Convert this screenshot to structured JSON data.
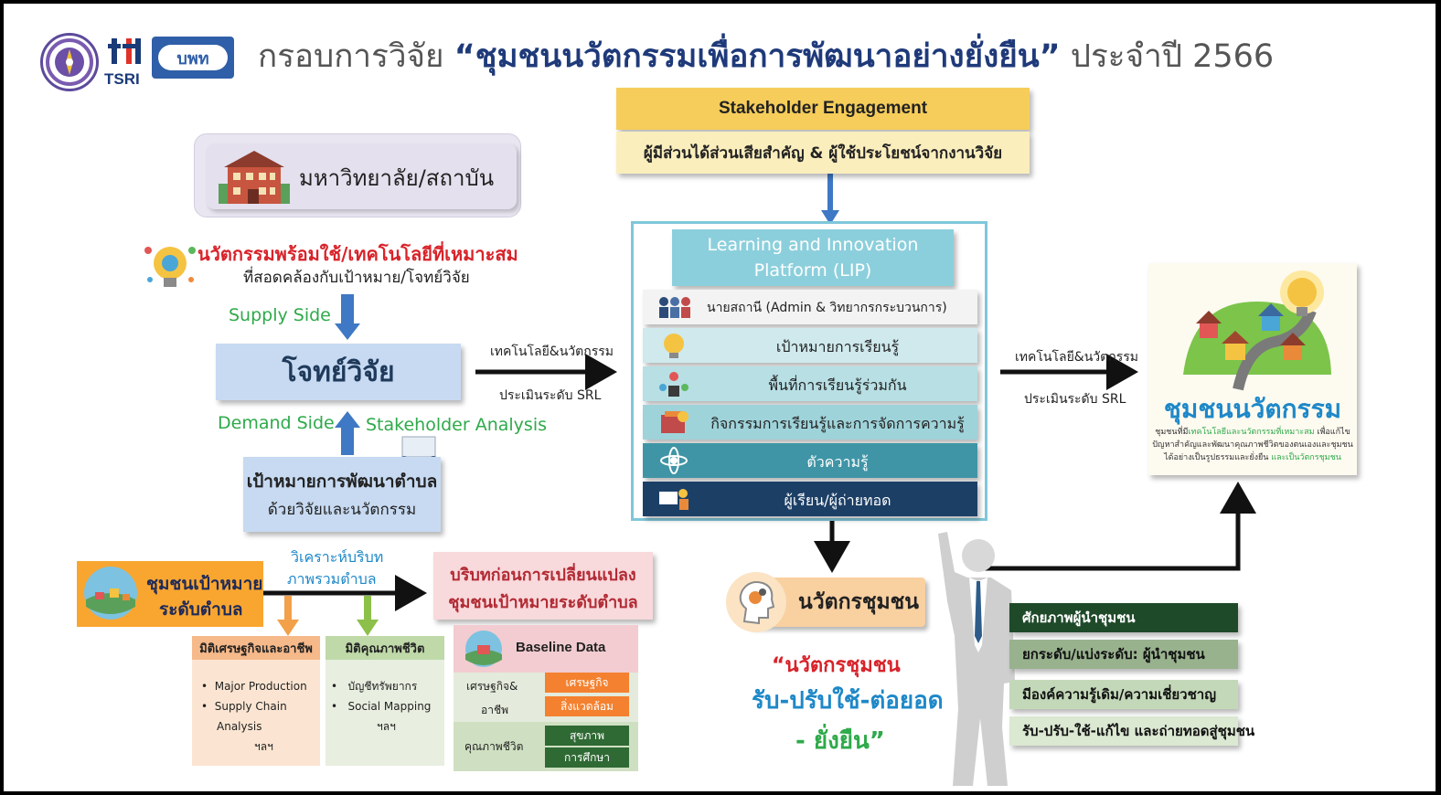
{
  "header": {
    "title_prefix": "กรอบการวิจัย",
    "title_main": "“ชุมชนนวัตกรรมเพื่อการพัฒนาอย่างยั่งยืน”",
    "title_suffix": "ประจำปี 2566",
    "logo_tsri": "TSRI",
    "logo_bwn": "บพท"
  },
  "left": {
    "university": "มหาวิทยาลัย/สถาบัน",
    "innovation_line1": "นวัตกรรมพร้อมใช้/เทคโนโลยีที่เหมาะสม",
    "innovation_line2": "ที่สอดคล้องกับเป้าหมาย/โจทย์วิจัย",
    "supply_side": "Supply  Side",
    "research_question": "โจทย์วิจัย",
    "demand_side": "Demand  Side",
    "stakeholder_analysis": "Stakeholder  Analysis",
    "goal_line1": "เป้าหมายการพัฒนาตำบล",
    "goal_line2": "ด้วยวิจัยและนวัตกรรม"
  },
  "arrow1": {
    "top": "เทคโนโลยี&นวัตกรรม",
    "bottom": "ประเมินระดับ  SRL"
  },
  "arrow2": {
    "top": "เทคโนโลยี&นวัตกรรม",
    "bottom": "ประเมินระดับ  SRL"
  },
  "stakeholder": {
    "title": "Stakeholder Engagement",
    "subtitle": "ผู้มีส่วนได้ส่วนเสียสำคัญ  &  ผู้ใช้ประโยชน์จากงานวิจัย"
  },
  "lip": {
    "title_line1": "Learning  and  Innovation",
    "title_line2": "Platform  (LIP)",
    "rows": [
      {
        "label": "นายสถานี (Admin & วิทยากรกระบวนการ)",
        "bg": "#f3f3f3",
        "color": "#222222"
      },
      {
        "label": "เป้าหมายการเรียนรู้",
        "bg": "#cfe9ed",
        "color": "#222222"
      },
      {
        "label": "พื้นที่การเรียนรู้ร่วมกัน",
        "bg": "#b7dfe4",
        "color": "#222222"
      },
      {
        "label": "กิจกรรมการเรียนรู้และการจัดการความรู้",
        "bg": "#9fd3da",
        "color": "#222222"
      },
      {
        "label": "ตัวความรู้",
        "bg": "#3f95a6",
        "color": "#ffffff"
      },
      {
        "label": "ผู้เรียน/ผู้ถ่ายทอด",
        "bg": "#1c3f66",
        "color": "#ffffff"
      }
    ]
  },
  "community_innovation": {
    "title": "ชุมชนนวัตกรรม",
    "desc_line1_a": "ชุมชนที่มี",
    "desc_line1_b": "เทคโนโลยีและนวัตกรรมที่เหมาะสม",
    "desc_line1_c": " เพื่อแก้ไข",
    "desc_line2": "ปัญหาสำคัญและพัฒนาคุณภาพชีวิตของตนเองและชุมชน",
    "desc_line3_a": "ได้อย่างเป็นรูปธรรมและยั่งยืน  ",
    "desc_line3_b": "และเป็นวัตกรชุมชน"
  },
  "innovator": {
    "label": "นวัตกรชุมชน",
    "quote_line1": "“นวัตกรชุมชน",
    "quote_line2": "รับ-ปรับใช้-ต่อยอด",
    "quote_line3": "- ยั่งยืน”"
  },
  "leader_bars": [
    {
      "label": "ศักยภาพผู้นำชุมชน",
      "bg": "#1f4a2a",
      "color": "#ffffff"
    },
    {
      "label": "ยกระดับ/แบ่งระดับ: ผู้นำชุมชน",
      "bg": "#98b28e",
      "color": "#111111"
    },
    {
      "label": "มีองค์ความรู้เดิม/ความเชี่ยวชาญ",
      "bg": "#c3d8b8",
      "color": "#111111"
    },
    {
      "label": "รับ-ปรับ-ใช้-แก้ไข  และถ่ายทอดสู่ชุมชน",
      "bg": "#dbe8d2",
      "color": "#111111"
    }
  ],
  "bottom": {
    "target_line1": "ชุมชนเป้าหมาย",
    "target_line2": "ระดับตำบล",
    "analysis_line1": "วิเคราะห์บริบท",
    "analysis_line2": "ภาพรวมตำบล",
    "context_line1": "บริบทก่อนการเปลี่ยนแปลง",
    "context_line2": "ชุมชนเป้าหมายระดับตำบล",
    "econ_title": "มิติเศรษฐกิจและอาชีพ",
    "econ_items": [
      "Major Production",
      "Supply Chain",
      "Analysis"
    ],
    "econ_etc": "ฯลฯ",
    "life_title": "มิติคุณภาพชีวิต",
    "life_items": [
      "บัญชีทรัพยากร",
      "Social Mapping"
    ],
    "life_etc": "ฯลฯ",
    "baseline_title": "Baseline Data",
    "baseline_econ_label1": "เศรษฐกิจ&",
    "baseline_econ_label2": "อาชีพ",
    "baseline_econ_tags": [
      "เศรษฐกิจ",
      "สิ่งแวดล้อม"
    ],
    "baseline_life_label": "คุณภาพชีวิต",
    "baseline_life_tags": [
      "สุขภาพ",
      "การศึกษา"
    ]
  },
  "colors": {
    "green_text": "#2eaa4a",
    "red_text": "#d8232a",
    "blue_arrow": "#3f78c4",
    "cyan_title": "#1e88c8",
    "orange_box": "#f9a630",
    "yellow_banner": "#f6cd5a"
  }
}
